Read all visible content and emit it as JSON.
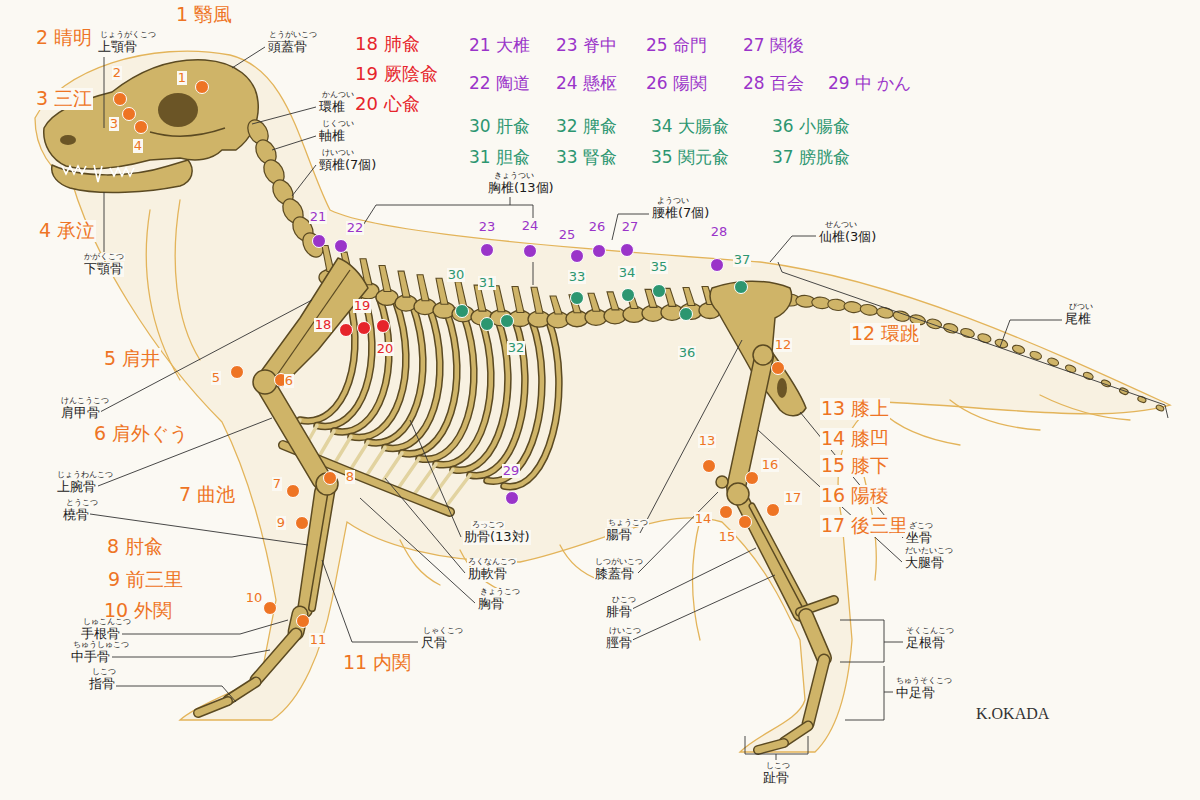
{
  "diagram": {
    "labels": [
      "1 翳風",
      "2 睛明",
      "3 三江",
      "4 承泣",
      "5 肩井",
      "6 肩外ぐう",
      "7 曲池",
      "8 肘兪",
      "9 前三里",
      "10 外関",
      "11 内関",
      "12 環跳",
      "13 膝上",
      "14 膝凹",
      "15 膝下",
      "16 陽稜",
      "17 後三里",
      "18 肺兪",
      "19 厥陰兪",
      "20 心兪",
      "21 大椎",
      "22 陶道",
      "23 脊中",
      "24 懸枢",
      "25 命門",
      "26 陽関",
      "27 関後",
      "28 百会",
      "29 中 かん",
      "30 肝兪",
      "31 胆兪",
      "32 脾兪",
      "33 腎兪",
      "34 大腸兪",
      "35 関元兪",
      "36 小腸兪",
      "37 膀胱兪",
      "1",
      "2",
      "3",
      "4",
      "5",
      "6",
      "7",
      "8",
      "9",
      "10",
      "11",
      "12",
      "13",
      "14",
      "15",
      "16",
      "17",
      "18",
      "19",
      "20",
      "21",
      "22",
      "23",
      "24",
      "25",
      "26",
      "27",
      "28",
      "29",
      "30",
      "31",
      "32",
      "33",
      "34",
      "35",
      "36",
      "37",
      "じょうがくこつ",
      "上顎骨",
      "とうがいこつ",
      "頭蓋骨",
      "かんつい",
      "環椎",
      "じくつい",
      "軸椎",
      "けいつい",
      "頸椎(7個)",
      "きょうつい",
      "胸椎(13個)",
      "ようつい",
      "腰椎(7個)",
      "せんつい",
      "仙椎(3個)",
      "びつい",
      "尾椎",
      "かがくこつ",
      "下顎骨",
      "けんこうこつ",
      "肩甲骨",
      "じょうわんこつ",
      "上腕骨",
      "とうこつ",
      "橈骨",
      "しゅこんこつ",
      "手根骨",
      "ちゅうしゅこつ",
      "中手骨",
      "しこつ",
      "指骨",
      "しゃくこつ",
      "尺骨",
      "きょうこつ",
      "胸骨",
      "ろくなんこつ",
      "肋軟骨",
      "ろっこつ",
      "肋骨(13対)",
      "ちょうこつ",
      "腸骨",
      "しつがいこつ",
      "膝蓋骨",
      "ひこつ",
      "腓骨",
      "けいこつ",
      "脛骨",
      "ざこつ",
      "坐骨",
      "だいたいこつ",
      "大腿骨",
      "そくこんこつ",
      "足根骨",
      "ちゅうそくこつ",
      "中足骨",
      "しこつ",
      "趾骨",
      "K.OKADA"
    ]
  }
}
